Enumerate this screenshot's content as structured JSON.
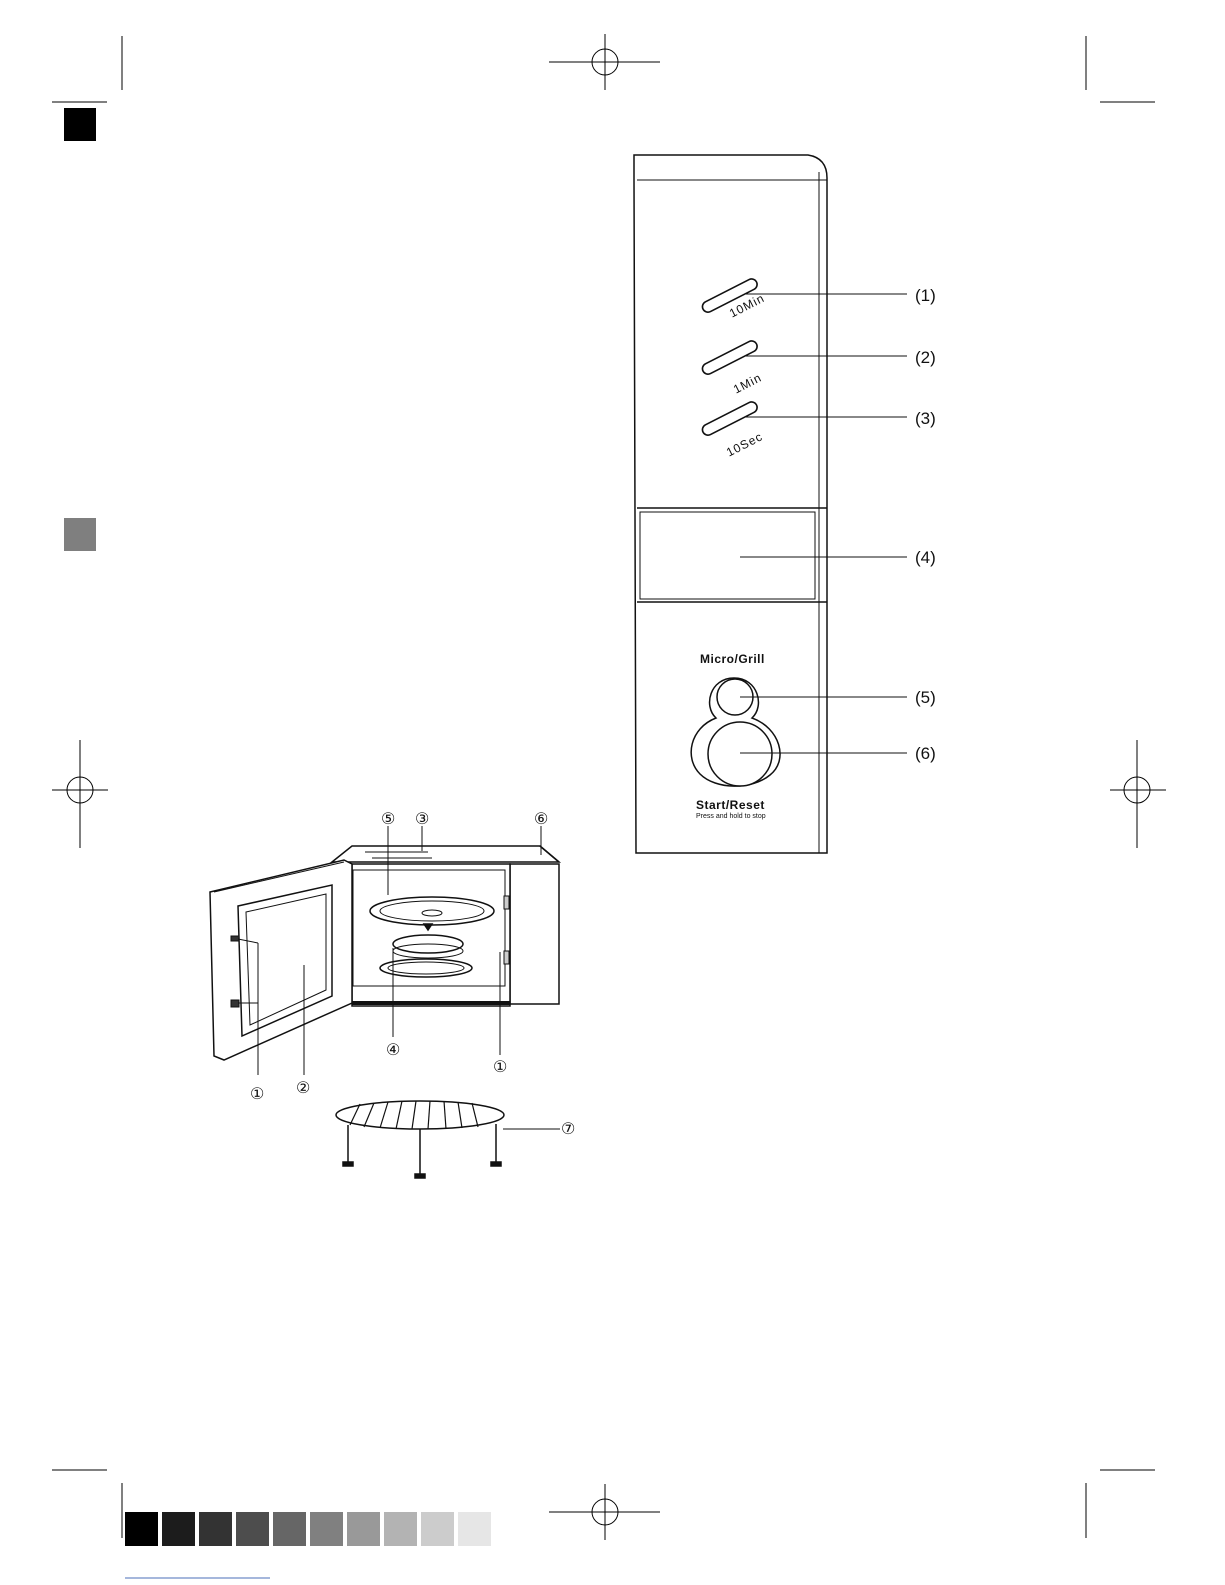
{
  "control_panel": {
    "buttons": [
      {
        "label": "10Min",
        "callout": "(1)"
      },
      {
        "label": "1Min",
        "callout": "(2)"
      },
      {
        "label": "10Sec",
        "callout": "(3)"
      }
    ],
    "display_callout": "(4)",
    "mode_label": "Micro/Grill",
    "mode_callout": "(5)",
    "start_callout": "(6)",
    "start_label": "Start/Reset",
    "start_sublabel": "Press and hold to stop"
  },
  "oven_diagram": {
    "labels": {
      "door_latch_left": "①",
      "door_latch_right": "①",
      "door_window": "②",
      "waveguide_cover": "③",
      "roller_ring": "④",
      "glass_tray": "⑤",
      "control_panel": "⑥",
      "grill_rack": "⑦"
    }
  },
  "print_marks": {
    "color_bar": [
      "#000000",
      "#1c1c1c",
      "#333333",
      "#4d4d4d",
      "#666666",
      "#808080",
      "#999999",
      "#b3b3b3",
      "#cccccc",
      "#e6e6e6"
    ],
    "squares": [
      "#000000",
      "#7f7f7f"
    ]
  }
}
